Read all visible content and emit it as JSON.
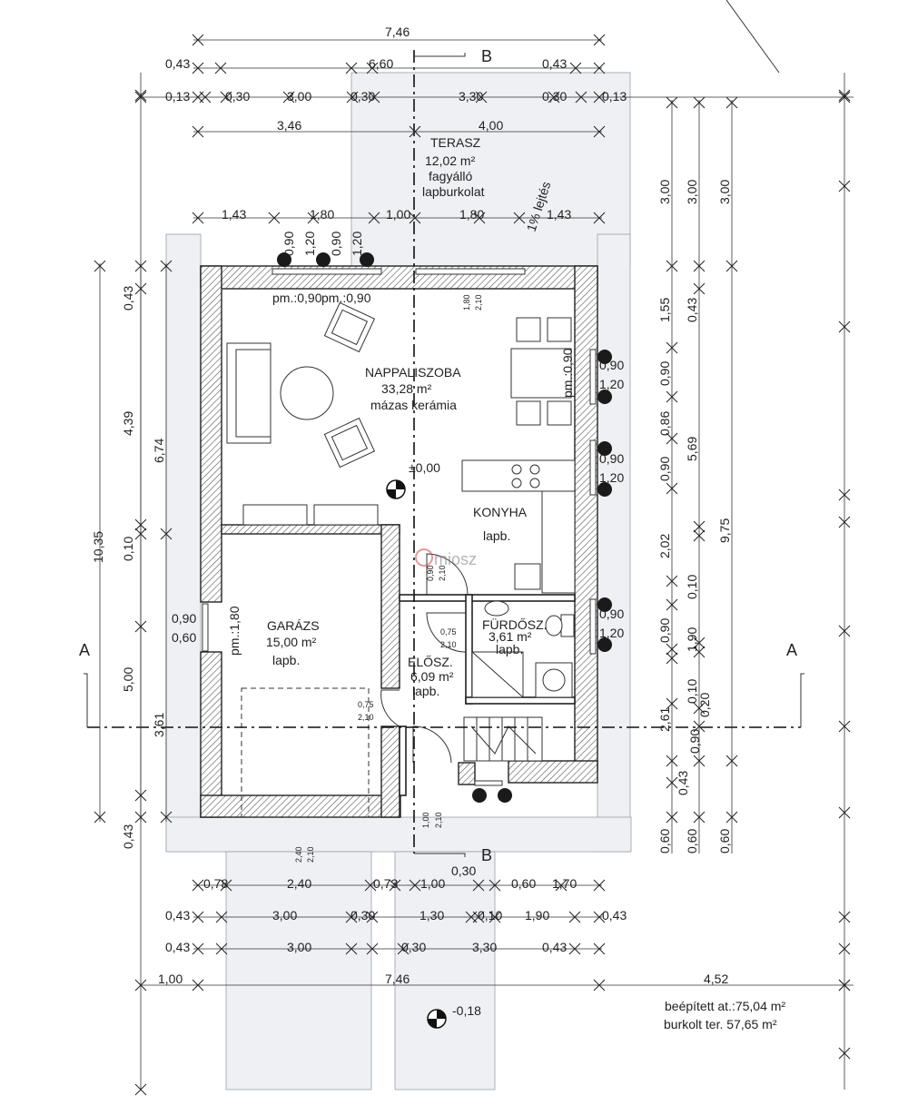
{
  "section_marks": {
    "b": "B",
    "a": "A"
  },
  "dims_top": {
    "r1": [
      "7,46"
    ],
    "r2": [
      "0,43",
      "6,60",
      "0,43"
    ],
    "r3": [
      "0,13",
      "0,30",
      "3,00",
      "0,30",
      "3,30",
      "0,30",
      "0,13"
    ],
    "r4": [
      "3,46",
      "4,00"
    ],
    "r5": [
      "1,43",
      "1,80",
      "1,00",
      "1,80",
      "1,43"
    ]
  },
  "dims_bottom": {
    "r1": [
      "0,30"
    ],
    "r2": [
      "0,78",
      "2,40",
      "0,73",
      "1,00",
      "0,60",
      "1,70"
    ],
    "r3": [
      "0,43",
      "3,00",
      "0,30",
      "1,30",
      "0,10",
      "1,90",
      "0,43"
    ],
    "r4": [
      "0,43",
      "3,00",
      "0,30",
      "3,30",
      "0,43"
    ],
    "r5": [
      "1,00",
      "7,46",
      "4,52"
    ]
  },
  "dims_left": {
    "outer": [
      "10,35"
    ],
    "mid": [
      "6,74",
      "3,61"
    ],
    "inner": [
      "0,43",
      "4,39",
      "0,10",
      "5,00",
      "0,43"
    ]
  },
  "dims_right": {
    "c1": [
      "3,00",
      "1,55",
      "0,90",
      "0,86",
      "0,90",
      "2,02",
      "0,90",
      "0,20",
      "0,90",
      "0,43",
      "0,60"
    ],
    "c2": [
      "3,00",
      "0,43",
      "5,69",
      "0,10",
      "1,90",
      "0,10",
      "0,60"
    ],
    "c3": [
      "3,00",
      "9,75",
      "0,60"
    ],
    "extra": "2,61"
  },
  "rooms": {
    "terasz": {
      "name": "TERASZ",
      "area": "12,02 m²",
      "finish1": "fagyálló",
      "finish2": "lapburkolat",
      "slope": "1% lejtés"
    },
    "nappali": {
      "name": "NAPPALISZOBA",
      "area": "33,28 m²",
      "finish": "mázas kerámia"
    },
    "konyha": {
      "name": "KONYHA",
      "finish": "lapb."
    },
    "garazs": {
      "name": "GARÁZS",
      "area": "15,00 m²",
      "finish": "lapb."
    },
    "furdo": {
      "name": "FÜRDŐSZ.",
      "area": "3,61 m²",
      "finish": "lapb."
    },
    "elosz": {
      "name": "ELŐSZ.",
      "area": "6,09 m²",
      "finish": "lapb."
    }
  },
  "levels": {
    "main": "±0,00",
    "outside": "-0,18"
  },
  "window_labels": {
    "pm1": "pm.:0,90",
    "pm2": "pm.:0,90",
    "pm_kitchen": "pm.:0,90",
    "pm_garage": "pm.:1,80",
    "top_win": [
      "0,90",
      "1,20",
      "0,90",
      "1,20"
    ],
    "right_win1": [
      "0,90",
      "1,20"
    ],
    "right_win2": [
      "0,90",
      "1,20"
    ],
    "right_win3": [
      "0,90",
      "1,20"
    ],
    "garage_win": [
      "0,90",
      "0,60"
    ],
    "door_terrace": [
      "1,80",
      "2,10"
    ],
    "door_kitchen": [
      "0,90",
      "2,10"
    ],
    "door_bath": [
      "0,75",
      "2,10"
    ],
    "door_garage": [
      "0,75",
      "2,10"
    ],
    "door_entry": [
      "1,00",
      "2,10"
    ],
    "gate_garage": [
      "2,40",
      "2,10"
    ]
  },
  "summary": {
    "built": "beépített at.:75,04 m²",
    "paved": "burkolt ter. 57,65 m²"
  },
  "watermark": "miosz"
}
